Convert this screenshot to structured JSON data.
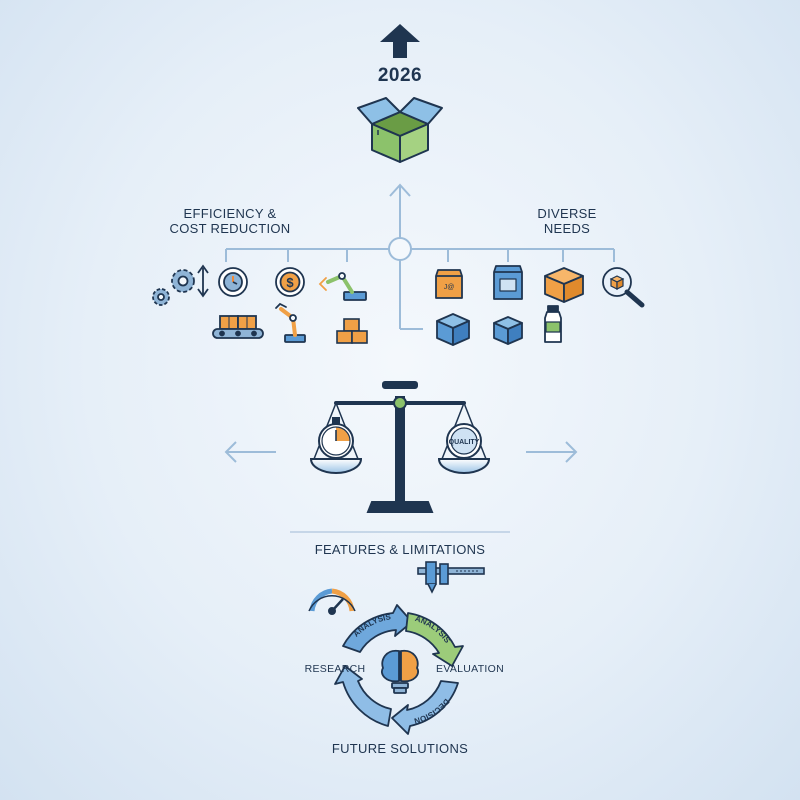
{
  "year": "2026",
  "left_group": {
    "line1": "EFFICIENCY &",
    "line2": "COST REDUCTION"
  },
  "right_group": {
    "line1": "DIVERSE",
    "line2": "NEEDS"
  },
  "scale": {
    "right_pan_text": "QUALITY"
  },
  "features_label": "FEATURES & LIMITATIONS",
  "cycle": {
    "arrow_top_left": "ANALYSIS",
    "arrow_top_right": "ANALYSIS",
    "arrow_bottom_right": "DECISION",
    "left_label": "RESEARCH",
    "right_label": "EVALUATION"
  },
  "future_label": "FUTURE SOLUTIONS",
  "icons": {
    "left": [
      "gears-icon",
      "clock-icon",
      "dollar-coin-icon",
      "robot-arm-icon",
      "conveyor-belt-icon",
      "robot-arm-icon",
      "stacked-boxes-icon"
    ],
    "right": [
      "pouch-icon",
      "bag-icon",
      "orange-box-icon",
      "magnifier-box-icon",
      "blue-box-icon",
      "blue-box-icon",
      "bottle-icon"
    ],
    "top": [
      "up-arrow-icon",
      "open-box-icon"
    ],
    "scale": [
      "balance-scale-icon",
      "stopwatch-icon",
      "quality-badge-icon"
    ],
    "tools": [
      "speedometer-icon",
      "caliper-icon"
    ],
    "cycle": [
      "brain-lightbulb-icon"
    ]
  },
  "colors": {
    "navy": "#1f3550",
    "line_blue": "#9dbcd9",
    "blue": "#5b9bd5",
    "green": "#8cc26b",
    "orange": "#f0a046"
  }
}
